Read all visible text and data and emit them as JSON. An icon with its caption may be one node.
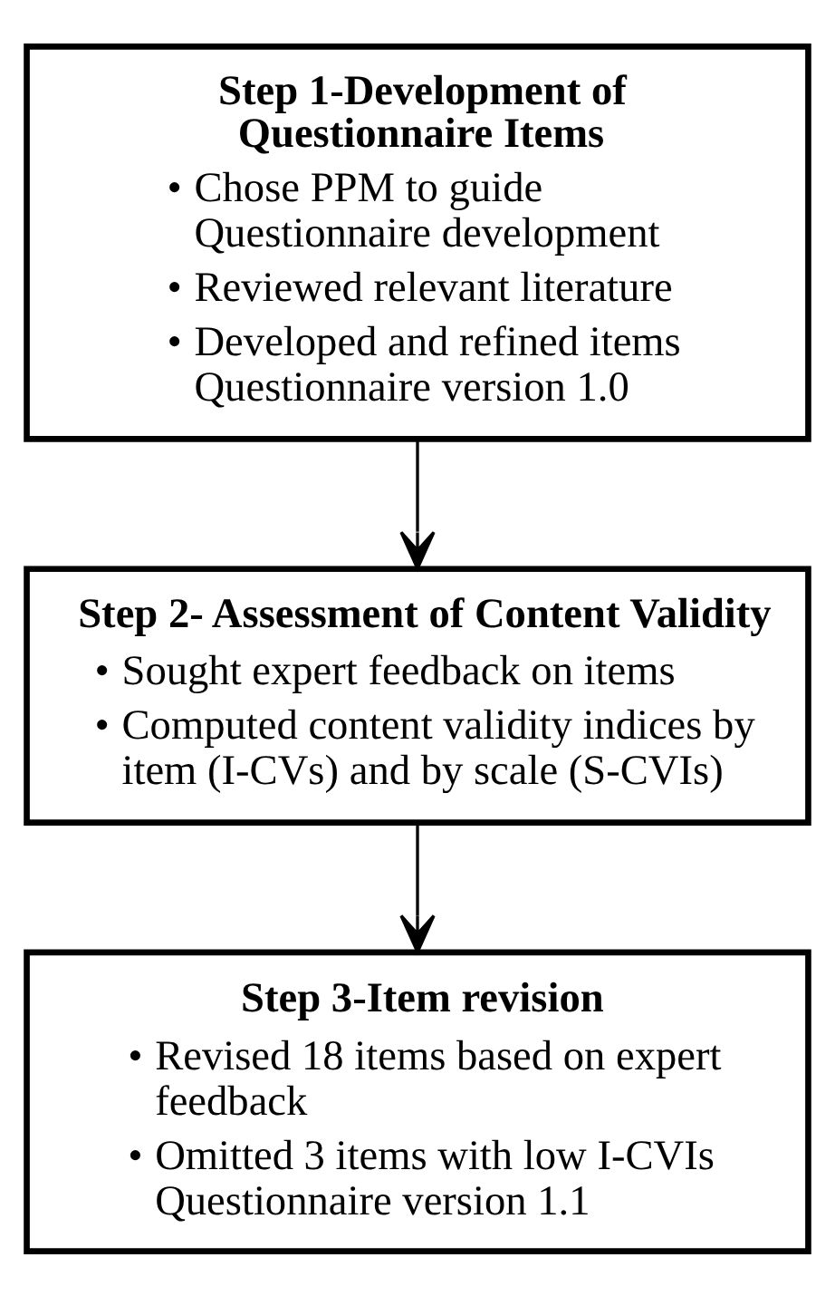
{
  "diagram": {
    "nodes": [
      {
        "text": [
          "Step 1-Development of Questionnaire Items",
          "• Chose PPM to guide Questionnaire development",
          "• Reviewed relevant literature",
          "• Developed and refined items Questionnaire version 1.0"
        ]
      },
      {
        "text": [
          "Step 2- Assessment of Content Validity",
          "• Sought expert feedback on items",
          "• Computed content validity indices by item (I-CVs) and by scale (S-CVIs)"
        ]
      },
      {
        "text": [
          "Step 3-Item revision",
          "• Revised 18 items based on expert feedback",
          "• Omitted 3 items with low I-CVIs Questionnaire version 1.1"
        ]
      }
    ],
    "edges": [
      {
        "from": 0,
        "to": 1,
        "arrow": "to"
      },
      {
        "from": 1,
        "to": 2,
        "arrow": "to"
      }
    ]
  }
}
